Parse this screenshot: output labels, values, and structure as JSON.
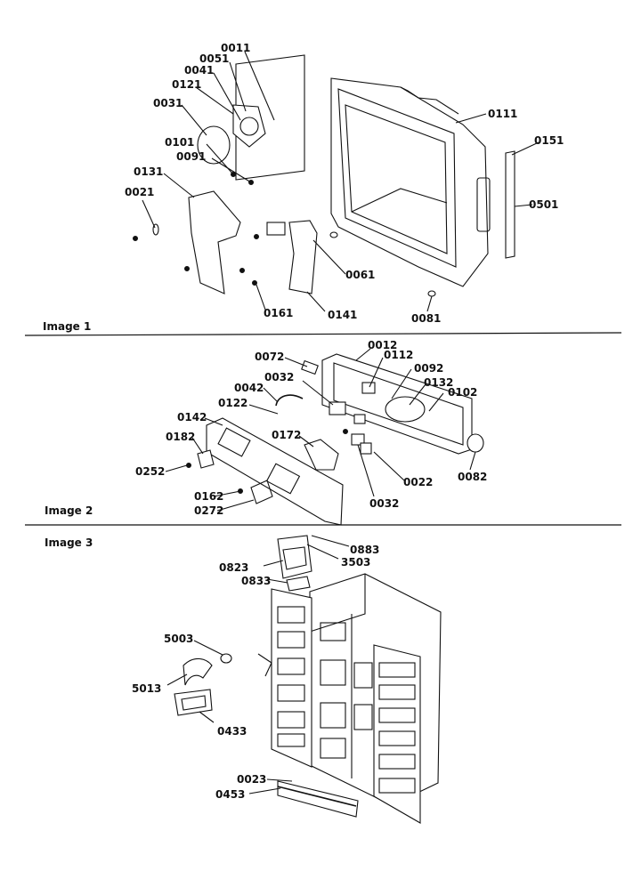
{
  "sections": [
    {
      "label": "Image 1"
    },
    {
      "label": "Image 2"
    },
    {
      "label": "Image 3"
    }
  ],
  "image1_callouts": [
    "0011",
    "0051",
    "0041",
    "0121",
    "0031",
    "0101",
    "0091",
    "0131",
    "0021",
    "0111",
    "0151",
    "0501",
    "0061",
    "0161",
    "0141",
    "0081"
  ],
  "image2_callouts": [
    "0072",
    "0012",
    "0112",
    "0092",
    "0132",
    "0102",
    "0032",
    "0042",
    "0122",
    "0142",
    "0182",
    "0252",
    "0172",
    "0162",
    "0272",
    "0032",
    "0022",
    "0082"
  ],
  "image3_callouts": [
    "0883",
    "3503",
    "0823",
    "0833",
    "5003",
    "5013",
    "0433",
    "0023",
    "0453"
  ]
}
